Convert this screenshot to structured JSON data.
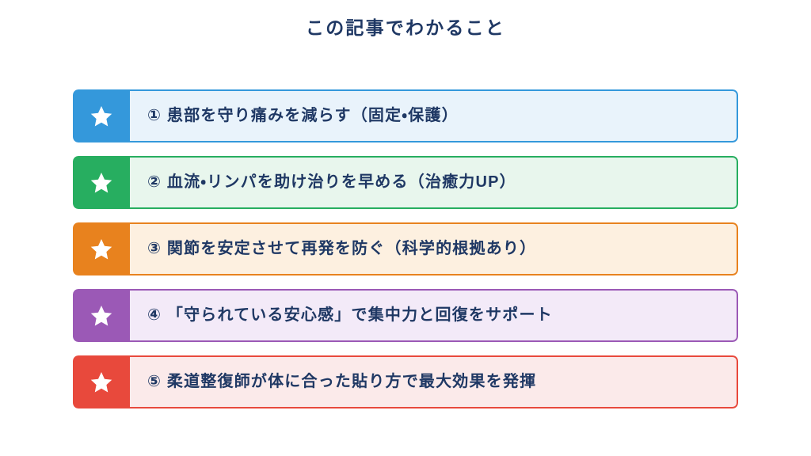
{
  "page": {
    "title": "この記事でわかること",
    "background_color": "#ffffff",
    "title_color": "#1f3864"
  },
  "list": {
    "items": [
      {
        "marker_icon": "star-icon",
        "text": "① 患部を守り痛みを減らす（固定・保護）",
        "accent_color": "#3498db",
        "body_color": "#e9f3fb",
        "star_color": "#ffffff"
      },
      {
        "marker_icon": "star-icon",
        "text": "② 血流・リンパを助け治りを早める（治癒力UP）",
        "accent_color": "#27ae60",
        "body_color": "#e8f6ed",
        "star_color": "#ffffff"
      },
      {
        "marker_icon": "star-icon",
        "text": "③ 関節を安定させて再発を防ぐ（科学的根拠あり）",
        "accent_color": "#e8821e",
        "body_color": "#fdf0e0",
        "star_color": "#ffffff"
      },
      {
        "marker_icon": "star-icon",
        "text": "④ 「守られている安心感」で集中力と回復をサポート",
        "accent_color": "#9b59b6",
        "body_color": "#f3eaf8",
        "star_color": "#ffffff"
      },
      {
        "marker_icon": "star-icon",
        "text": "⑤ 柔道整復師が体に合った貼り方で最大効果を発揮",
        "accent_color": "#e8493c",
        "body_color": "#fbeaea",
        "star_color": "#ffffff"
      }
    ]
  }
}
